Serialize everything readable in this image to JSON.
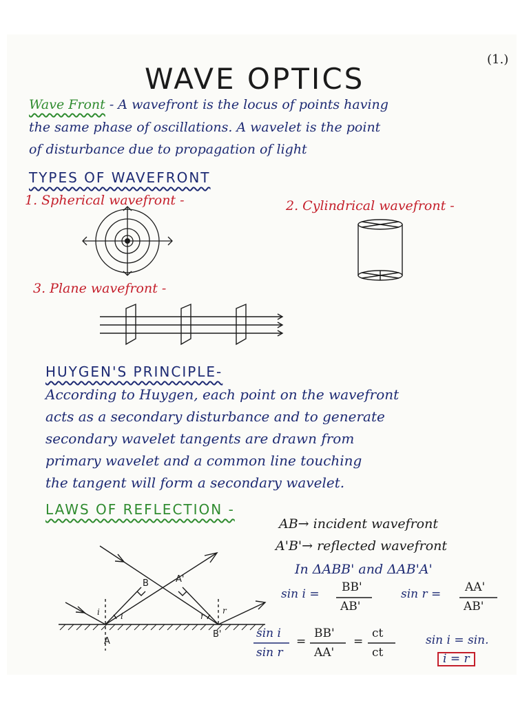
{
  "page": {
    "number": "(1.)",
    "title": "WAVE OPTICS"
  },
  "wavefront": {
    "term": "Wave Front",
    "line1": " - A wavefront is the locus of points having",
    "line2": "the same phase of oscillations. A wavelet is the point",
    "line3": "of disturbance due to propagation of light"
  },
  "types": {
    "heading": "TYPES OF WAVEFRONT",
    "spherical": "1. Spherical wavefront -",
    "cylindrical": "2. Cylindrical wavefront -",
    "plane": "3. Plane wavefront -"
  },
  "huygens": {
    "heading": "HUYGEN'S PRINCIPLE-",
    "line1": "According to Huygen, each point on the wavefront",
    "line2": "acts as a secondary disturbance and to generate",
    "line3": "secondary wavelet tangents are drawn from",
    "line4": "primary wavelet and a common line touching",
    "line5": "the tangent will form a secondary wavelet."
  },
  "reflection": {
    "heading": "LAWS OF REFLECTION -",
    "note1": "AB→ incident wavefront",
    "note2": "A'B'→ reflected wavefront",
    "triangles": "In ΔABB' and ΔAB'A'",
    "sin_i_lhs": "sin i =",
    "sin_i_num": "BB'",
    "sin_i_den": "AB'",
    "sin_r_lhs": "sin r =",
    "sin_r_num": "AA'",
    "sin_r_den": "AB'",
    "ratio_num": "sin i",
    "ratio_den": "sin r",
    "eq1": "=",
    "ratio2_num": "BB'",
    "ratio2_den": "AA'",
    "eq2": "=",
    "ratio3_num": "ct",
    "ratio3_den": "ct",
    "final1": "sin i = sin.",
    "result": "i = r"
  },
  "diagram_labels": {
    "A": "A",
    "B": "B",
    "A_prime": "A'",
    "B_prime": "B'",
    "i1": "i",
    "i2": "i",
    "r1": "r",
    "r2": "r"
  },
  "colors": {
    "blue_ink": "#1d2a73",
    "red_ink": "#c41e2a",
    "green_ink": "#2f8b2f",
    "black_ink": "#1b1b1b"
  }
}
